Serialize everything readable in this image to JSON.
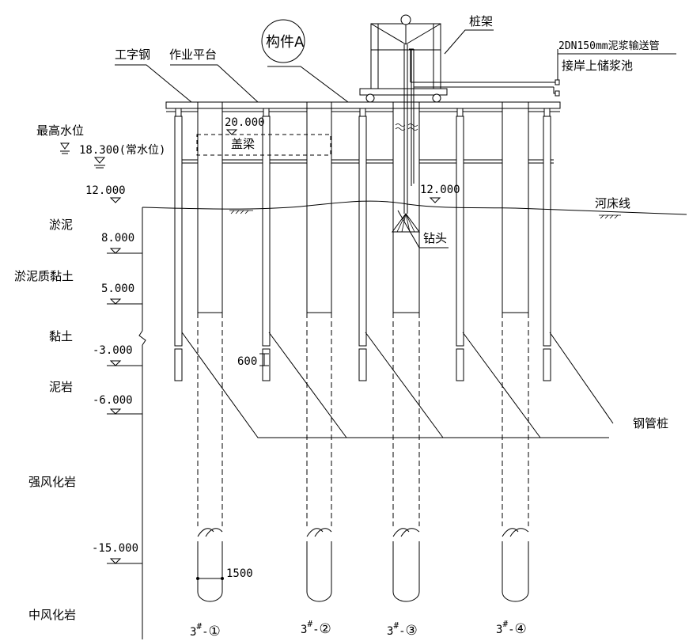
{
  "labels": {
    "i_steel": "工字钢",
    "work_platform": "作业平台",
    "component_a": "构件A",
    "pile_frame": "桩架",
    "mud_pipe": "2DN150mm泥浆输送管",
    "shore_tank": "接岸上储浆池",
    "highest_water": "最高水位",
    "normal_water": "18.300(常水位)",
    "level_20": "20.000",
    "cap_beam": "盖梁",
    "level_12_left": "12.000",
    "level_12_mid": "12.000",
    "riverbed": "河床线",
    "drill_bit": "钻头",
    "steel_pipe_pile": "钢管桩",
    "dim_600": "600",
    "dim_1500": "1500"
  },
  "strata": [
    {
      "name": "淤泥"
    },
    {
      "name": "淤泥质黏土"
    },
    {
      "name": "黏土"
    },
    {
      "name": "泥岩"
    },
    {
      "name": "强风化岩"
    },
    {
      "name": "中风化岩"
    }
  ],
  "elevations": [
    "8.000",
    "5.000",
    "-3.000",
    "-6.000",
    "-15.000"
  ],
  "piles": [
    {
      "prefix": "3",
      "sup": "#",
      "sep": "-",
      "num": "①"
    },
    {
      "prefix": "3",
      "sup": "#",
      "sep": "-",
      "num": "②"
    },
    {
      "prefix": "3",
      "sup": "#",
      "sep": "-",
      "num": "③"
    },
    {
      "prefix": "3",
      "sup": "#",
      "sep": "-",
      "num": "④"
    }
  ]
}
